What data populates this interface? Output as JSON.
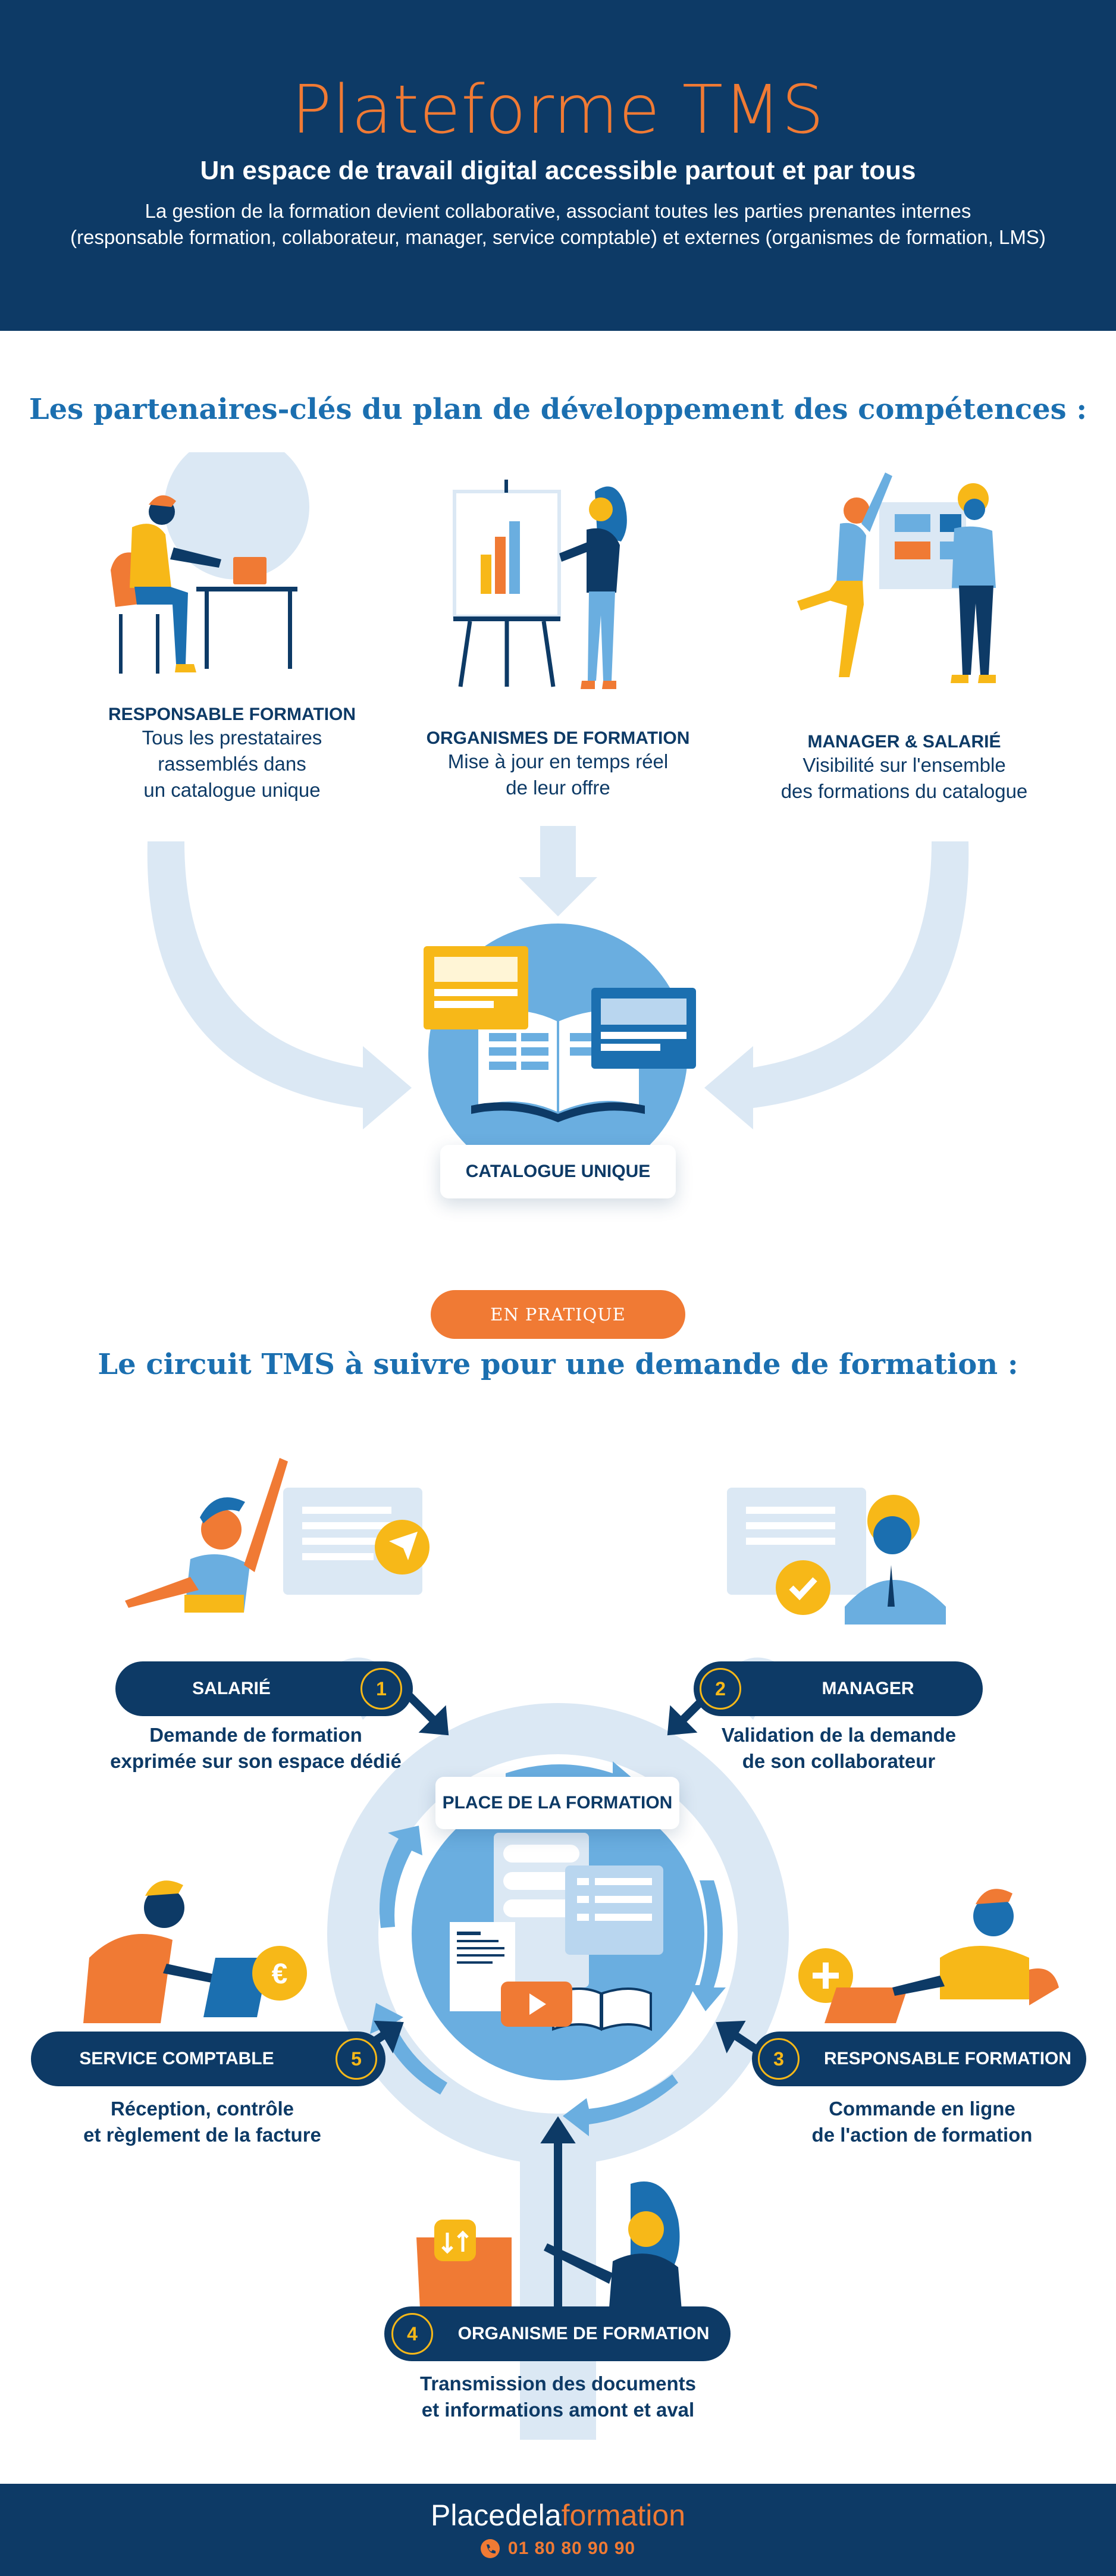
{
  "header": {
    "title": "Plateforme TMS",
    "subtitle": "Un espace de travail digital accessible partout et par tous",
    "intro_line1": "La gestion de la formation devient collaborative, associant toutes les parties prenantes internes",
    "intro_line2": "(responsable formation, collaborateur, manager, service comptable) et externes (organismes de formation, LMS)"
  },
  "partners": {
    "heading": "Les partenaires-clés du plan de développement des compétences :",
    "items": [
      {
        "label": "RESPONSABLE FORMATION",
        "lines": [
          "Tous les prestataires",
          "rassemblés dans",
          "un catalogue unique"
        ]
      },
      {
        "label": "ORGANISMES DE FORMATION",
        "lines": [
          "Mise à jour en temps réel",
          "de leur offre"
        ]
      },
      {
        "label": "MANAGER & SALARIÉ",
        "lines": [
          "Visibilité sur l'ensemble",
          "des formations du catalogue"
        ]
      }
    ],
    "catalogue_label": "CATALOGUE UNIQUE"
  },
  "circuit": {
    "pill": "EN PRATIQUE",
    "heading": "Le circuit TMS à suivre pour une demande de formation :",
    "center_label": "PLACE DE LA FORMATION",
    "steps": [
      {
        "num": "1",
        "label": "SALARIÉ",
        "lines": [
          "Demande de formation",
          "exprimée sur son espace dédié"
        ]
      },
      {
        "num": "2",
        "label": "MANAGER",
        "lines": [
          "Validation de la demande",
          "de son collaborateur"
        ]
      },
      {
        "num": "3",
        "label": "RESPONSABLE FORMATION",
        "lines": [
          "Commande en ligne",
          "de l'action de formation"
        ]
      },
      {
        "num": "4",
        "label": "ORGANISME DE FORMATION",
        "lines": [
          "Transmission des documents",
          "et informations amont et aval"
        ]
      },
      {
        "num": "5",
        "label": "SERVICE COMPTABLE",
        "lines": [
          "Réception, contrôle",
          "et règlement de la facture"
        ]
      }
    ]
  },
  "footer": {
    "brand_part1": "Placedela",
    "brand_part2": "formation",
    "phone": "01 80 80 90 90"
  },
  "colors": {
    "navy": "#0d3a66",
    "orange": "#f07a34",
    "blue_heading": "#1b6fb0",
    "yellow": "#f7b818",
    "light_blue": "#dbe8f4"
  },
  "icons": [
    "send-icon",
    "check-icon",
    "euro-icon",
    "plus-icon",
    "transfer-icon",
    "play-icon",
    "phone-icon"
  ]
}
